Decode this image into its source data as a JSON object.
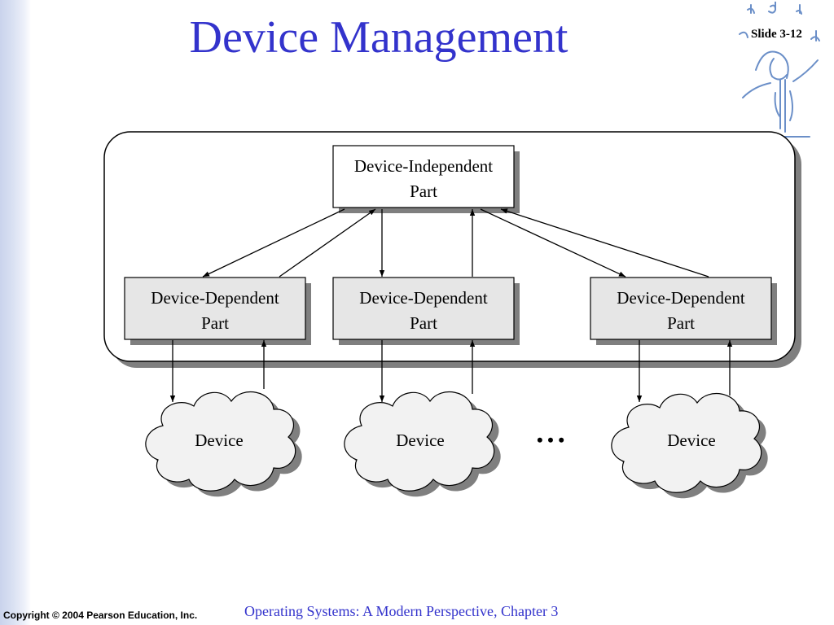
{
  "slide": {
    "title": "Device Management",
    "slide_number": "Slide 3-12",
    "copyright": "Copyright © 2004 Pearson Education, Inc.",
    "course": "Operating Systems: A Modern Perspective, Chapter 3"
  },
  "diagram": {
    "independent_part": {
      "line1": "Device-Independent",
      "line2": "Part"
    },
    "dependent_parts": [
      {
        "line1": "Device-Dependent",
        "line2": "Part"
      },
      {
        "line1": "Device-Dependent",
        "line2": "Part"
      },
      {
        "line1": "Device-Dependent",
        "line2": "Part"
      }
    ],
    "devices": [
      "Device",
      "Device",
      "Device"
    ],
    "ellipsis": "• • •"
  },
  "colors": {
    "title": "#3333cc",
    "box_fill_dependent": "#e6e6e6",
    "shadow": "#7f7f7f"
  }
}
